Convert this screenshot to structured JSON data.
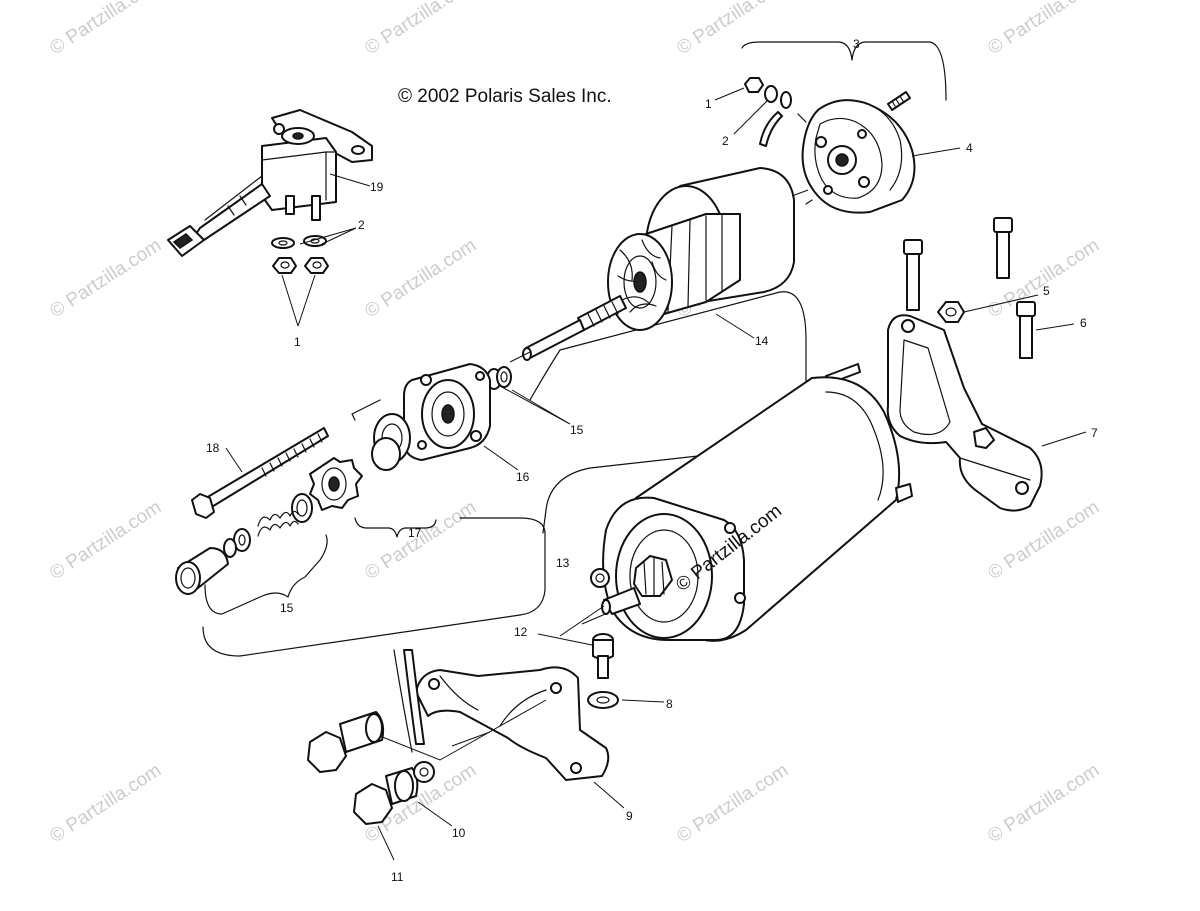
{
  "copyright": "© 2002 Polaris Sales Inc.",
  "watermark_text": "© Partzilla.com",
  "callouts": {
    "c1a": "1",
    "c1b": "1",
    "c2a": "2",
    "c2b": "2",
    "c3": "3",
    "c4": "4",
    "c5": "5",
    "c6": "6",
    "c7": "7",
    "c8": "8",
    "c9": "9",
    "c10": "10",
    "c11": "11",
    "c12": "12",
    "c13": "13",
    "c14": "14",
    "c15a": "15",
    "c15b": "15",
    "c16": "16",
    "c17": "17",
    "c18": "18",
    "c19": "19"
  },
  "colors": {
    "line": "#111111",
    "watermark": "#cccccc",
    "background": "#ffffff"
  }
}
